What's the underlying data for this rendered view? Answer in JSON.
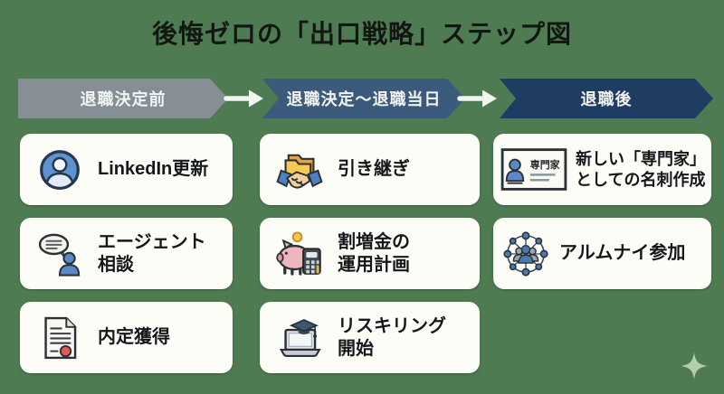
{
  "title": "後悔ゼロの「出口戦略」ステップ図",
  "stages": [
    {
      "label": "退職決定前",
      "cards": [
        {
          "icon": "profile-avatar-icon",
          "label": "LinkedIn更新"
        },
        {
          "icon": "agent-chat-icon",
          "label": "エージェント\n相談"
        },
        {
          "icon": "offer-document-icon",
          "label": "内定獲得"
        }
      ]
    },
    {
      "label": "退職決定〜退職当日",
      "cards": [
        {
          "icon": "handshake-folder-icon",
          "label": "引き継ぎ"
        },
        {
          "icon": "piggy-bank-calculator-icon",
          "label": "割増金の\n運用計画"
        },
        {
          "icon": "laptop-gradcap-icon",
          "label": "リスキリング\n開始"
        }
      ]
    },
    {
      "label": "退職後",
      "cards": [
        {
          "icon": "business-card-icon",
          "label": "新しい「専門家」\nとしての名刺作成",
          "icon_text": "専門家"
        },
        {
          "icon": "alumni-network-icon",
          "label": "アルムナイ参加"
        }
      ]
    }
  ],
  "colors": {
    "background": "#4e7b52",
    "stage1_header": "#868f96",
    "stage2_header": "#3c5a7b",
    "stage3_header": "#1f3c63",
    "card_background": "#fdfdf8",
    "flow_arrow": "#f3f5f1",
    "sparkle": "#b7cdb2",
    "title_text": "#121712",
    "header_text": "#f3f5f2",
    "card_text": "#15181b"
  }
}
